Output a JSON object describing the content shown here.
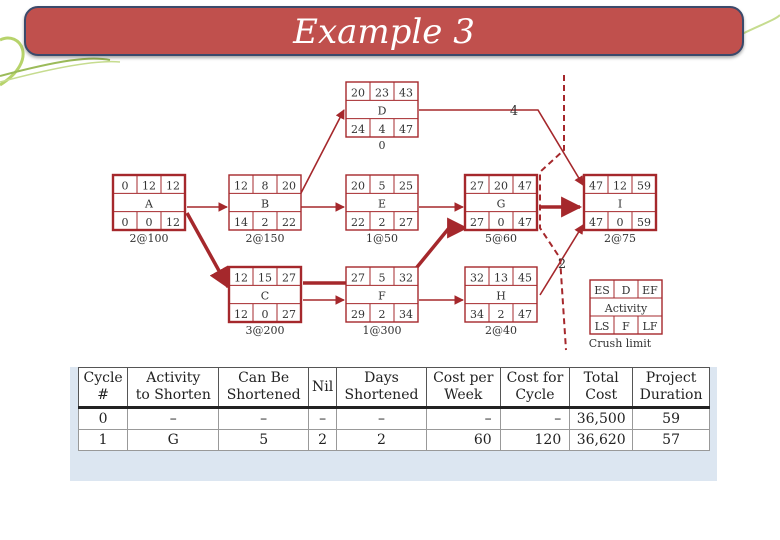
{
  "title": "Example 3",
  "nodes": {
    "A": {
      "es": "0",
      "d": "12",
      "ef": "12",
      "name": "A",
      "ls": "0",
      "f": "0",
      "lf": "12",
      "crash": "2@100"
    },
    "B": {
      "es": "12",
      "d": "8",
      "ef": "20",
      "name": "B",
      "ls": "14",
      "f": "2",
      "lf": "22",
      "crash": "2@150"
    },
    "C": {
      "es": "12",
      "d": "15",
      "ef": "27",
      "name": "C",
      "ls": "12",
      "f": "0",
      "lf": "27",
      "crash": "3@200"
    },
    "D": {
      "es": "20",
      "d": "23",
      "ef": "43",
      "name": "D",
      "ls": "24",
      "f": "4",
      "lf": "47",
      "crash": "0"
    },
    "E": {
      "es": "20",
      "d": "5",
      "ef": "25",
      "name": "E",
      "ls": "22",
      "f": "2",
      "lf": "27",
      "crash": "1@50"
    },
    "F": {
      "es": "27",
      "d": "5",
      "ef": "32",
      "name": "F",
      "ls": "29",
      "f": "2",
      "lf": "34",
      "crash": "1@300"
    },
    "G": {
      "es": "27",
      "d": "20",
      "ef": "47",
      "name": "G",
      "ls": "27",
      "f": "0",
      "lf": "47",
      "crash": "5@60"
    },
    "H": {
      "es": "32",
      "d": "13",
      "ef": "45",
      "name": "H",
      "ls": "34",
      "f": "2",
      "lf": "47",
      "crash": "2@40"
    },
    "I": {
      "es": "47",
      "d": "12",
      "ef": "59",
      "name": "I",
      "ls": "47",
      "f": "0",
      "lf": "59",
      "crash": "2@75"
    }
  },
  "cut_labels": {
    "upper": "4",
    "lower": "2"
  },
  "legend": {
    "es": "ES",
    "d": "D",
    "ef": "EF",
    "activity": "Activity",
    "ls": "LS",
    "f": "F",
    "lf": "LF",
    "crash_limit": "Crush limit"
  },
  "table": {
    "headers": [
      [
        "Cycle",
        "#"
      ],
      [
        "Activity",
        "to Shorten"
      ],
      [
        "Can Be",
        "Shortened"
      ],
      [
        "Nil",
        ""
      ],
      [
        "Days",
        "Shortened"
      ],
      [
        "Cost per",
        "Week"
      ],
      [
        "Cost for",
        "Cycle"
      ],
      [
        "Total",
        "Cost"
      ],
      [
        "Project",
        "Duration"
      ]
    ],
    "rows": [
      [
        "0",
        "–",
        "–",
        "–",
        "–",
        "–",
        "–",
        "36,500",
        "59"
      ],
      [
        "1",
        "G",
        "5",
        "2",
        "2",
        "60",
        "120",
        "36,620",
        "57"
      ]
    ]
  },
  "colors": {
    "title_bg": "#c0504d",
    "critical": "#a5282c",
    "grid": "#dce6f1"
  }
}
